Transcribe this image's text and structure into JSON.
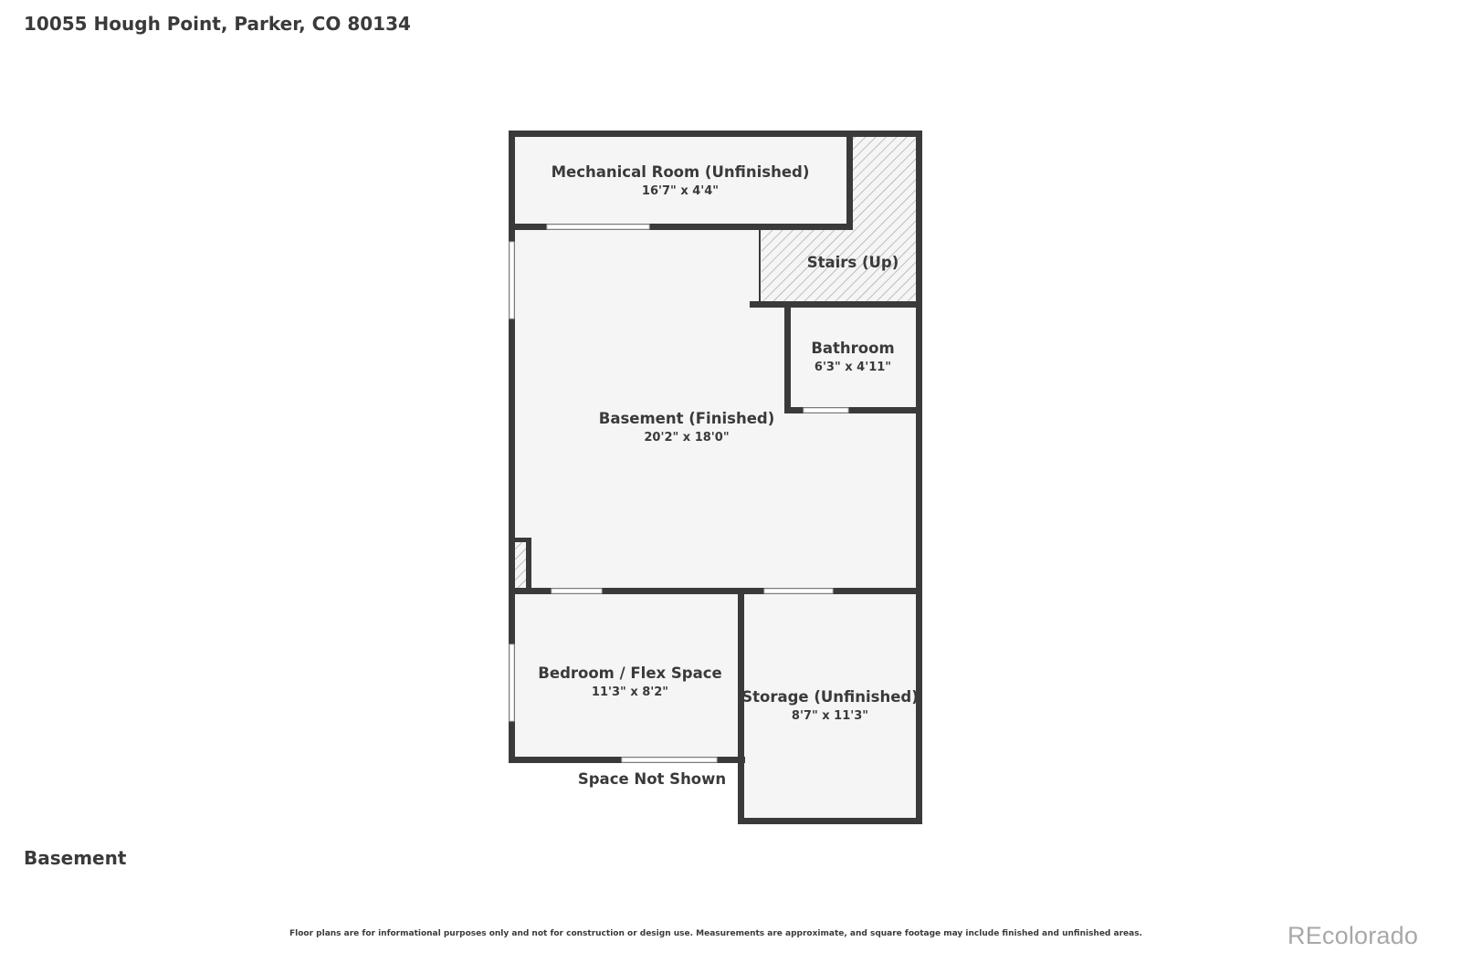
{
  "header": {
    "address": "10055 Hough Point, Parker, CO 80134"
  },
  "floor": {
    "label": "Basement"
  },
  "rooms": {
    "mechanical": {
      "name": "Mechanical Room (Unfinished)",
      "dims": "16'7\" x 4'4\""
    },
    "stairs": {
      "name": "Stairs (Up)"
    },
    "bathroom": {
      "name": "Bathroom",
      "dims": "6'3\" x 4'11\""
    },
    "basement": {
      "name": "Basement (Finished)",
      "dims": "20'2\" x 18'0\""
    },
    "bedroom": {
      "name": "Bedroom / Flex Space",
      "dims": "11'3\" x 8'2\""
    },
    "storage": {
      "name": "Storage (Unfinished)",
      "dims": "8'7\" x 11'3\""
    },
    "not_shown": {
      "name": "Space Not Shown"
    }
  },
  "footer": {
    "disclaimer": "Floor plans are for informational purposes only and not for construction or design use. Measurements are approximate, and square footage may include finished and unfinished areas.",
    "brand": "REcolorado"
  },
  "colors": {
    "wall": "#3a3a3a",
    "floor": "#f5f5f5",
    "hatch": "#9a9a9a",
    "brand": "#a8a8a8"
  }
}
